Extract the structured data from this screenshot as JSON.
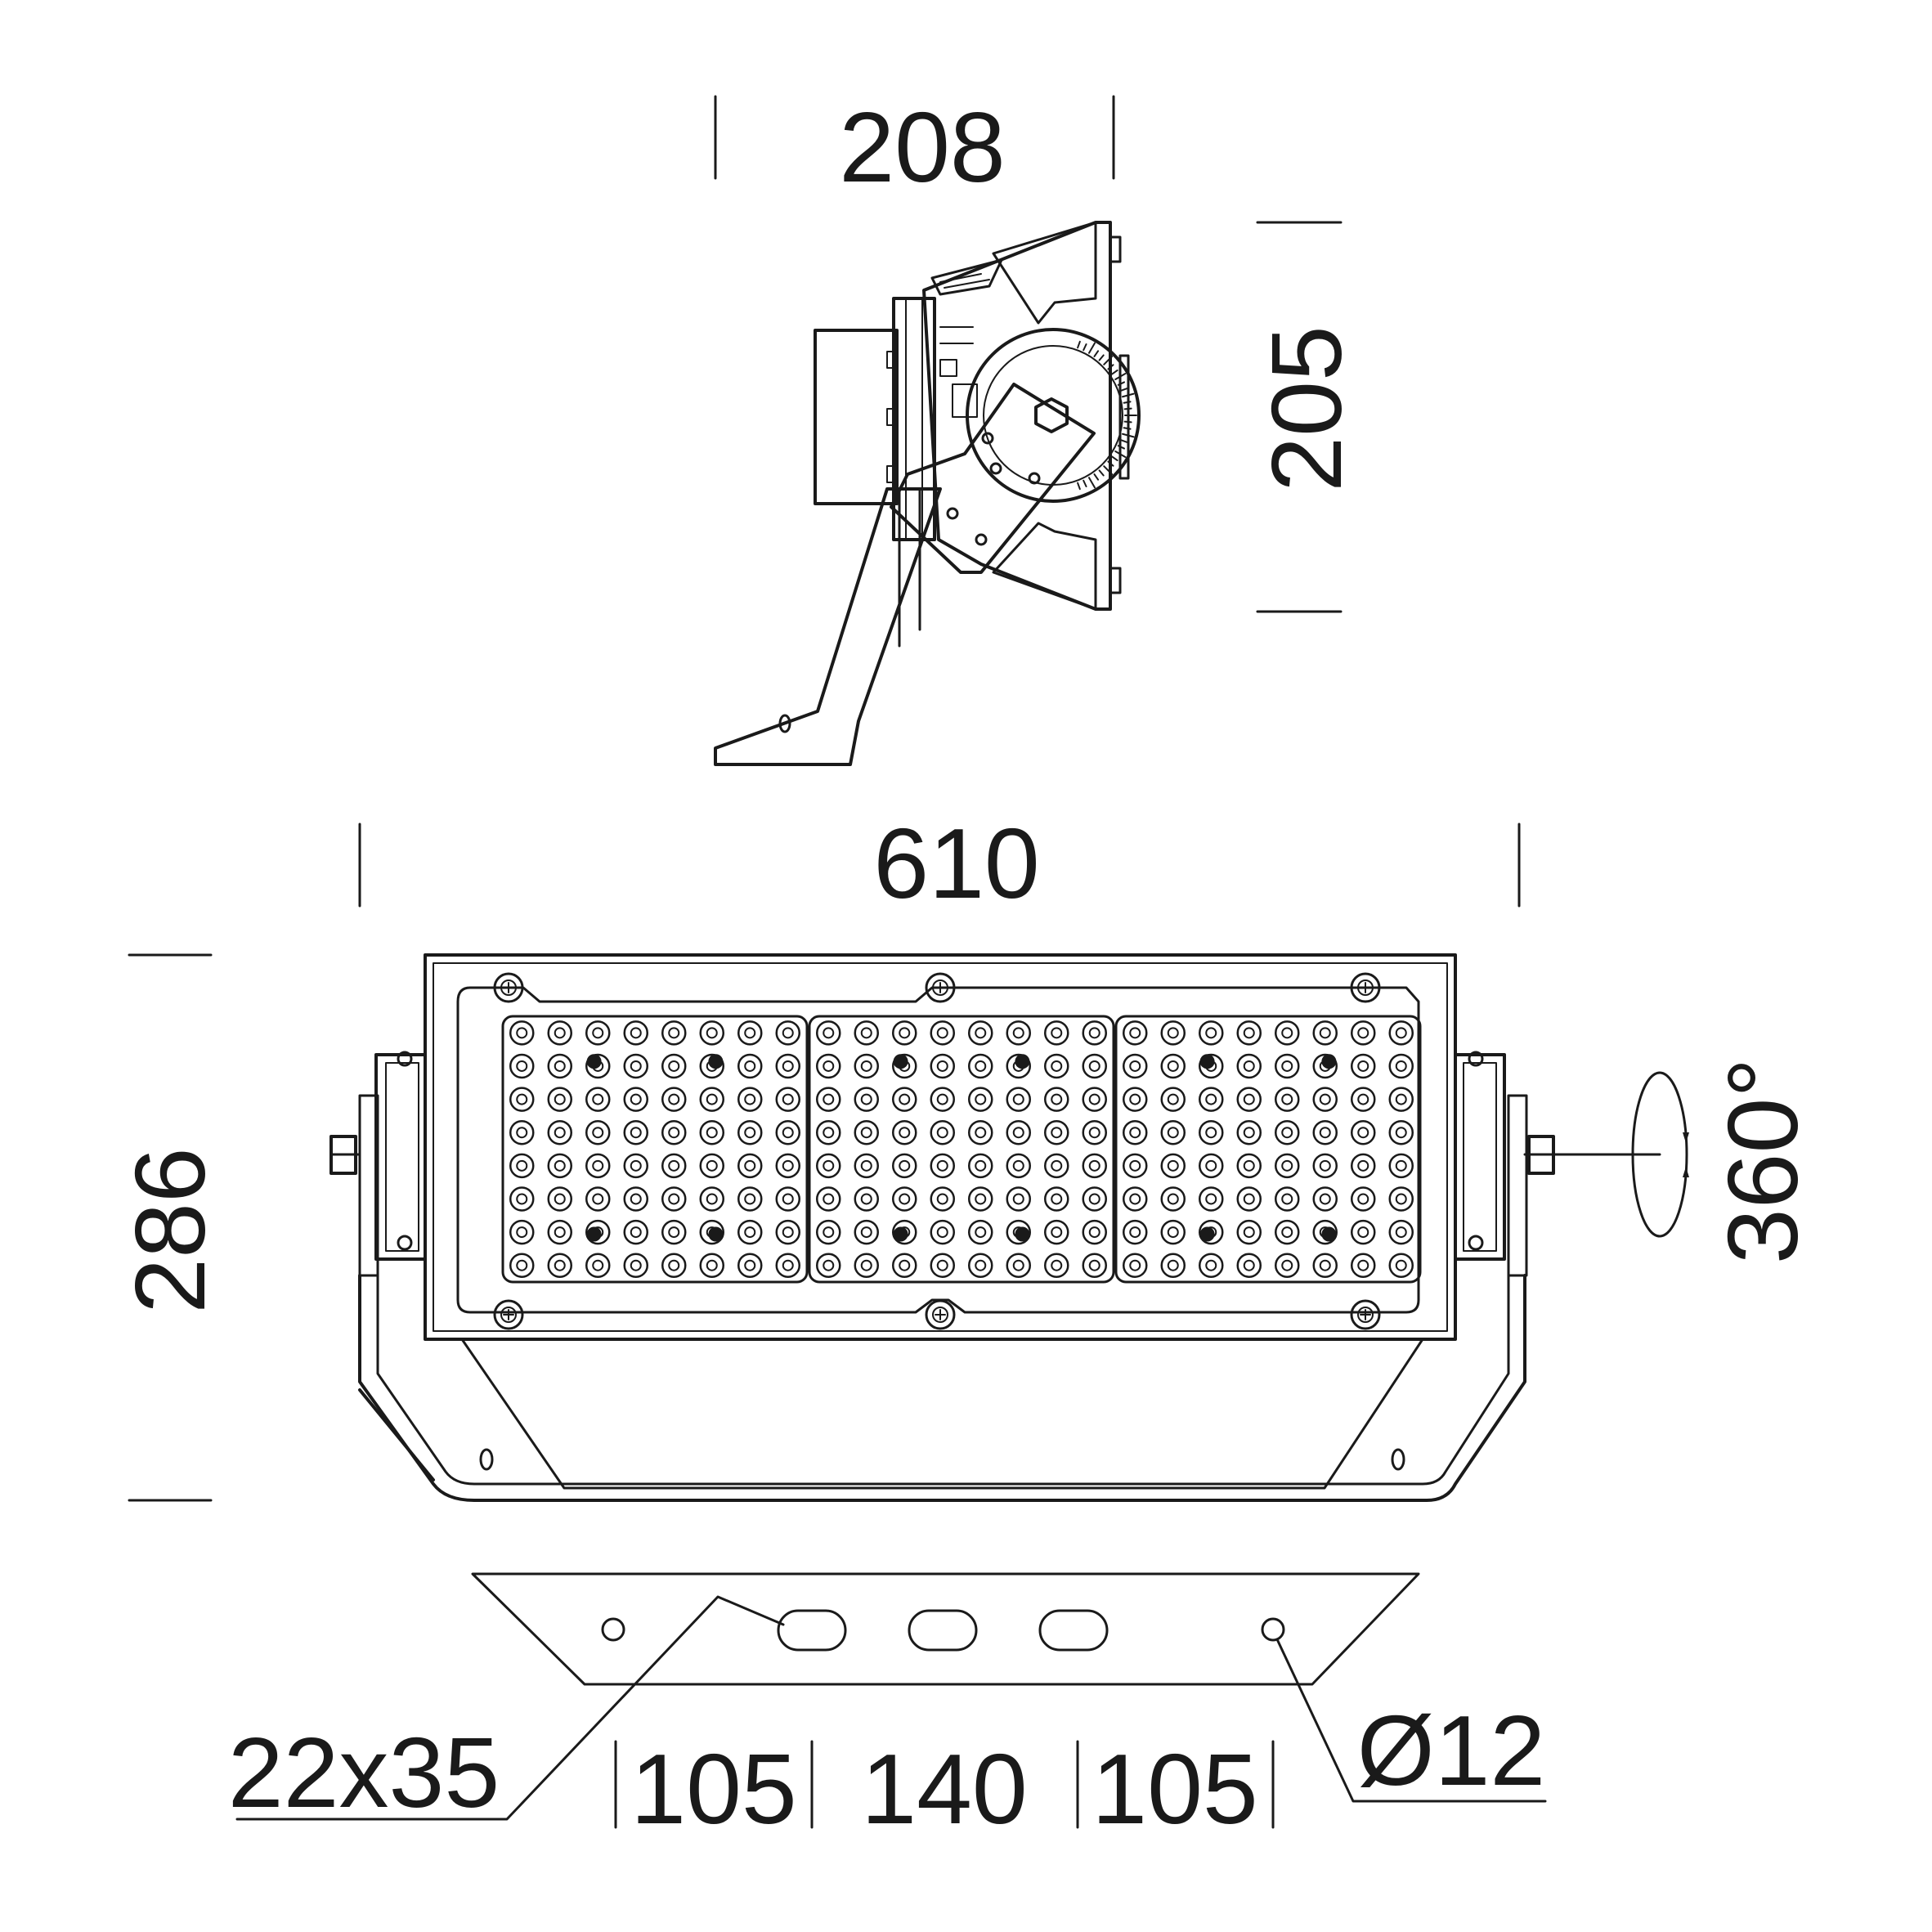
{
  "dimensions": {
    "side_width": "208",
    "side_height": "205",
    "front_width": "610",
    "front_height": "286",
    "rotation": "360°",
    "slot_size": "22x35",
    "spacing_left": "105",
    "spacing_center": "140",
    "spacing_right": "105",
    "hole_diameter": "Ø12"
  },
  "colors": {
    "line": "#1a1a1a",
    "background": "#ffffff"
  },
  "led_grid": {
    "modules": 3,
    "rows": 8,
    "columns": 8
  }
}
